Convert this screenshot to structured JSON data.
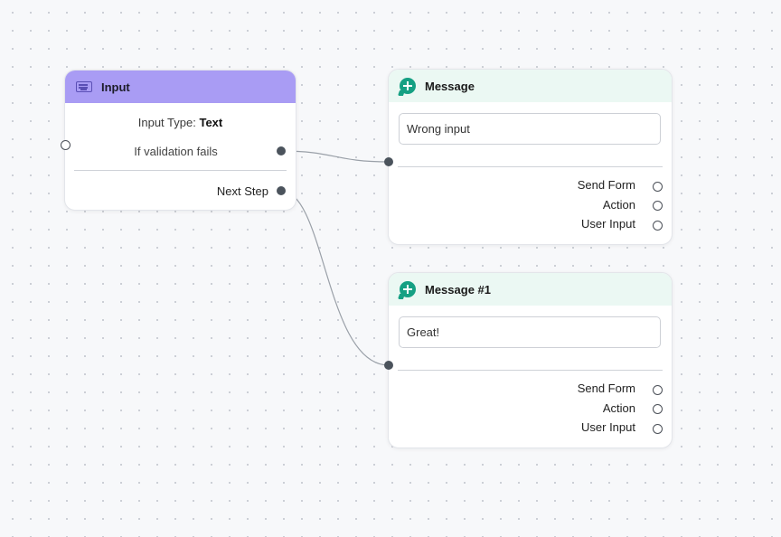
{
  "input_node": {
    "title": "Input",
    "icon": "keyboard-icon",
    "input_type_label": "Input Type:",
    "input_type_value": "Text",
    "validation_label": "If validation fails",
    "next_step_label": "Next Step",
    "header_color": "#a99cf4"
  },
  "message_nodes": [
    {
      "title": "Message",
      "icon": "message-plus-icon",
      "text": "Wrong input",
      "options": [
        "Send Form",
        "Action",
        "User Input"
      ]
    },
    {
      "title": "Message #1",
      "icon": "message-plus-icon",
      "text": "Great!",
      "options": [
        "Send Form",
        "Action",
        "User Input"
      ]
    }
  ],
  "colors": {
    "message_header": "#ebf8f3",
    "message_icon": "#15a083",
    "edge": "#9aa0a8",
    "handle": "#4b535c"
  }
}
